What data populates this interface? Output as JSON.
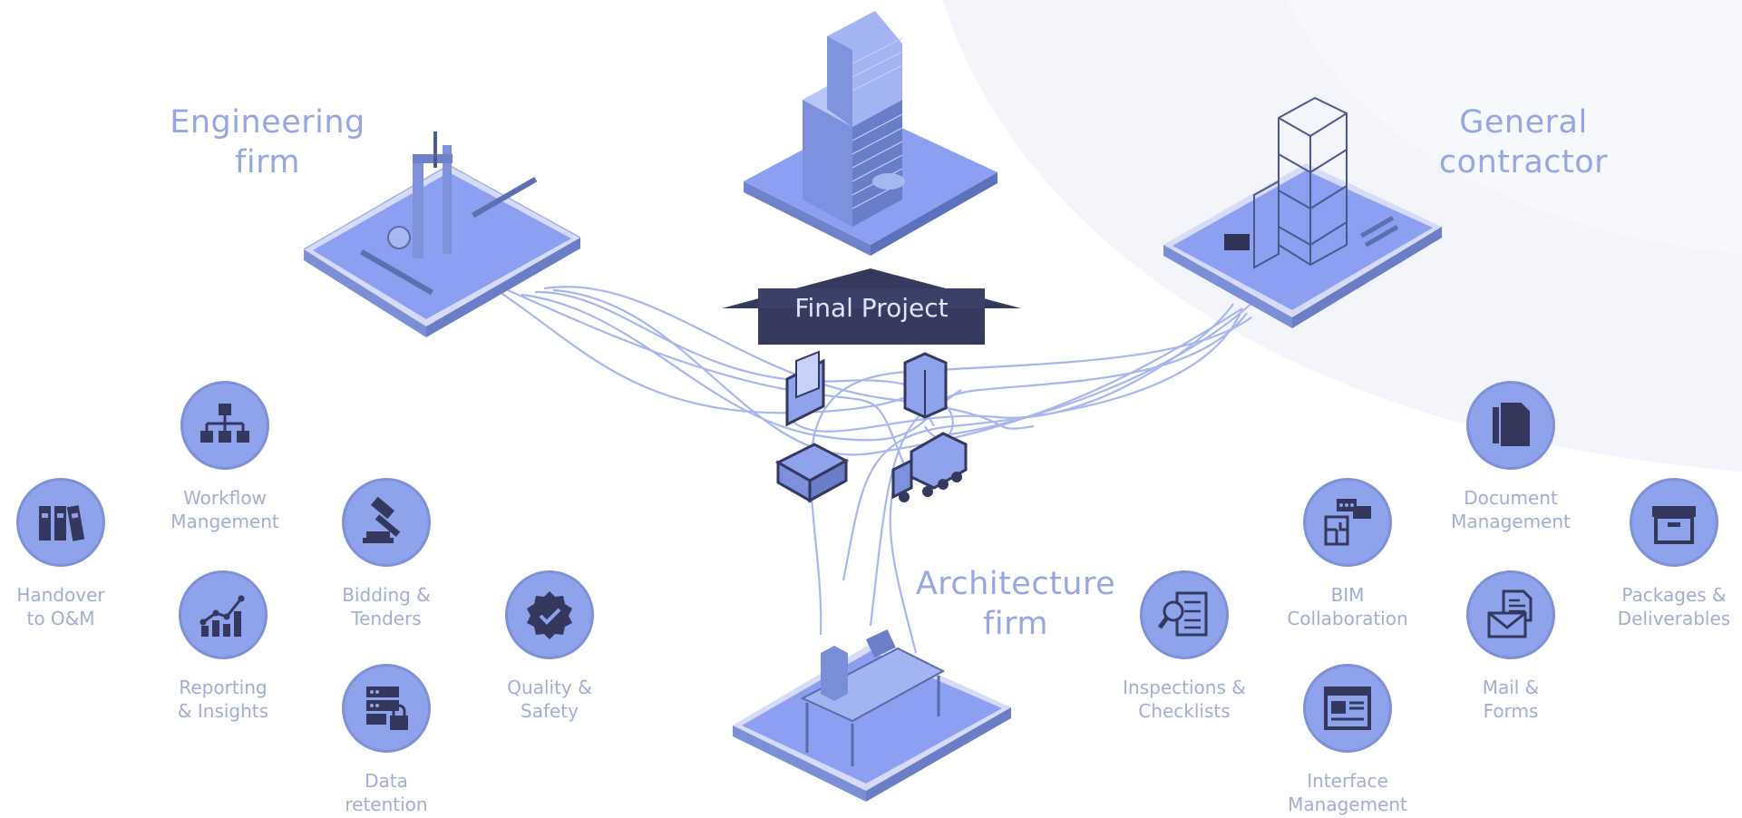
{
  "colors": {
    "node_fill": "#8fa2ec",
    "node_stroke": "#7f90d6",
    "icon_dark": "#34385e",
    "label": "#a3acd3",
    "firm_label": "#97a5e2",
    "platform": "#8c9ff0",
    "connection_line": "#a9b5ee",
    "banner": "#353a5e",
    "background_arc": "#f2f4fb"
  },
  "banner": {
    "label": "Final Project"
  },
  "firms": {
    "engineering": {
      "label": "Engineering\nfirm"
    },
    "general_contractor": {
      "label": "General\ncontractor"
    },
    "architecture": {
      "label": "Architecture\nfirm"
    }
  },
  "features": [
    {
      "id": "handover",
      "label": "Handover\nto O&M",
      "icon": "binders-icon"
    },
    {
      "id": "workflow",
      "label": "Workflow\nMangement",
      "icon": "hierarchy-icon"
    },
    {
      "id": "bidding",
      "label": "Bidding &\nTenders",
      "icon": "gavel-icon"
    },
    {
      "id": "reporting",
      "label": "Reporting\n& Insights",
      "icon": "bar-chart-icon"
    },
    {
      "id": "quality",
      "label": "Quality &\nSafety",
      "icon": "check-badge-icon"
    },
    {
      "id": "data_retention",
      "label": "Data\nretention",
      "icon": "server-lock-icon"
    },
    {
      "id": "inspections",
      "label": "Inspections &\nChecklists",
      "icon": "checklist-search-icon"
    },
    {
      "id": "bim",
      "label": "BIM\nCollaboration",
      "icon": "chat-floorplan-icon"
    },
    {
      "id": "interface",
      "label": "Interface\nManagement",
      "icon": "window-layout-icon"
    },
    {
      "id": "document",
      "label": "Document\nManagement",
      "icon": "documents-icon"
    },
    {
      "id": "mail",
      "label": "Mail &\nForms",
      "icon": "envelope-icon"
    },
    {
      "id": "packages",
      "label": "Packages &\nDeliverables",
      "icon": "archive-box-icon"
    }
  ]
}
